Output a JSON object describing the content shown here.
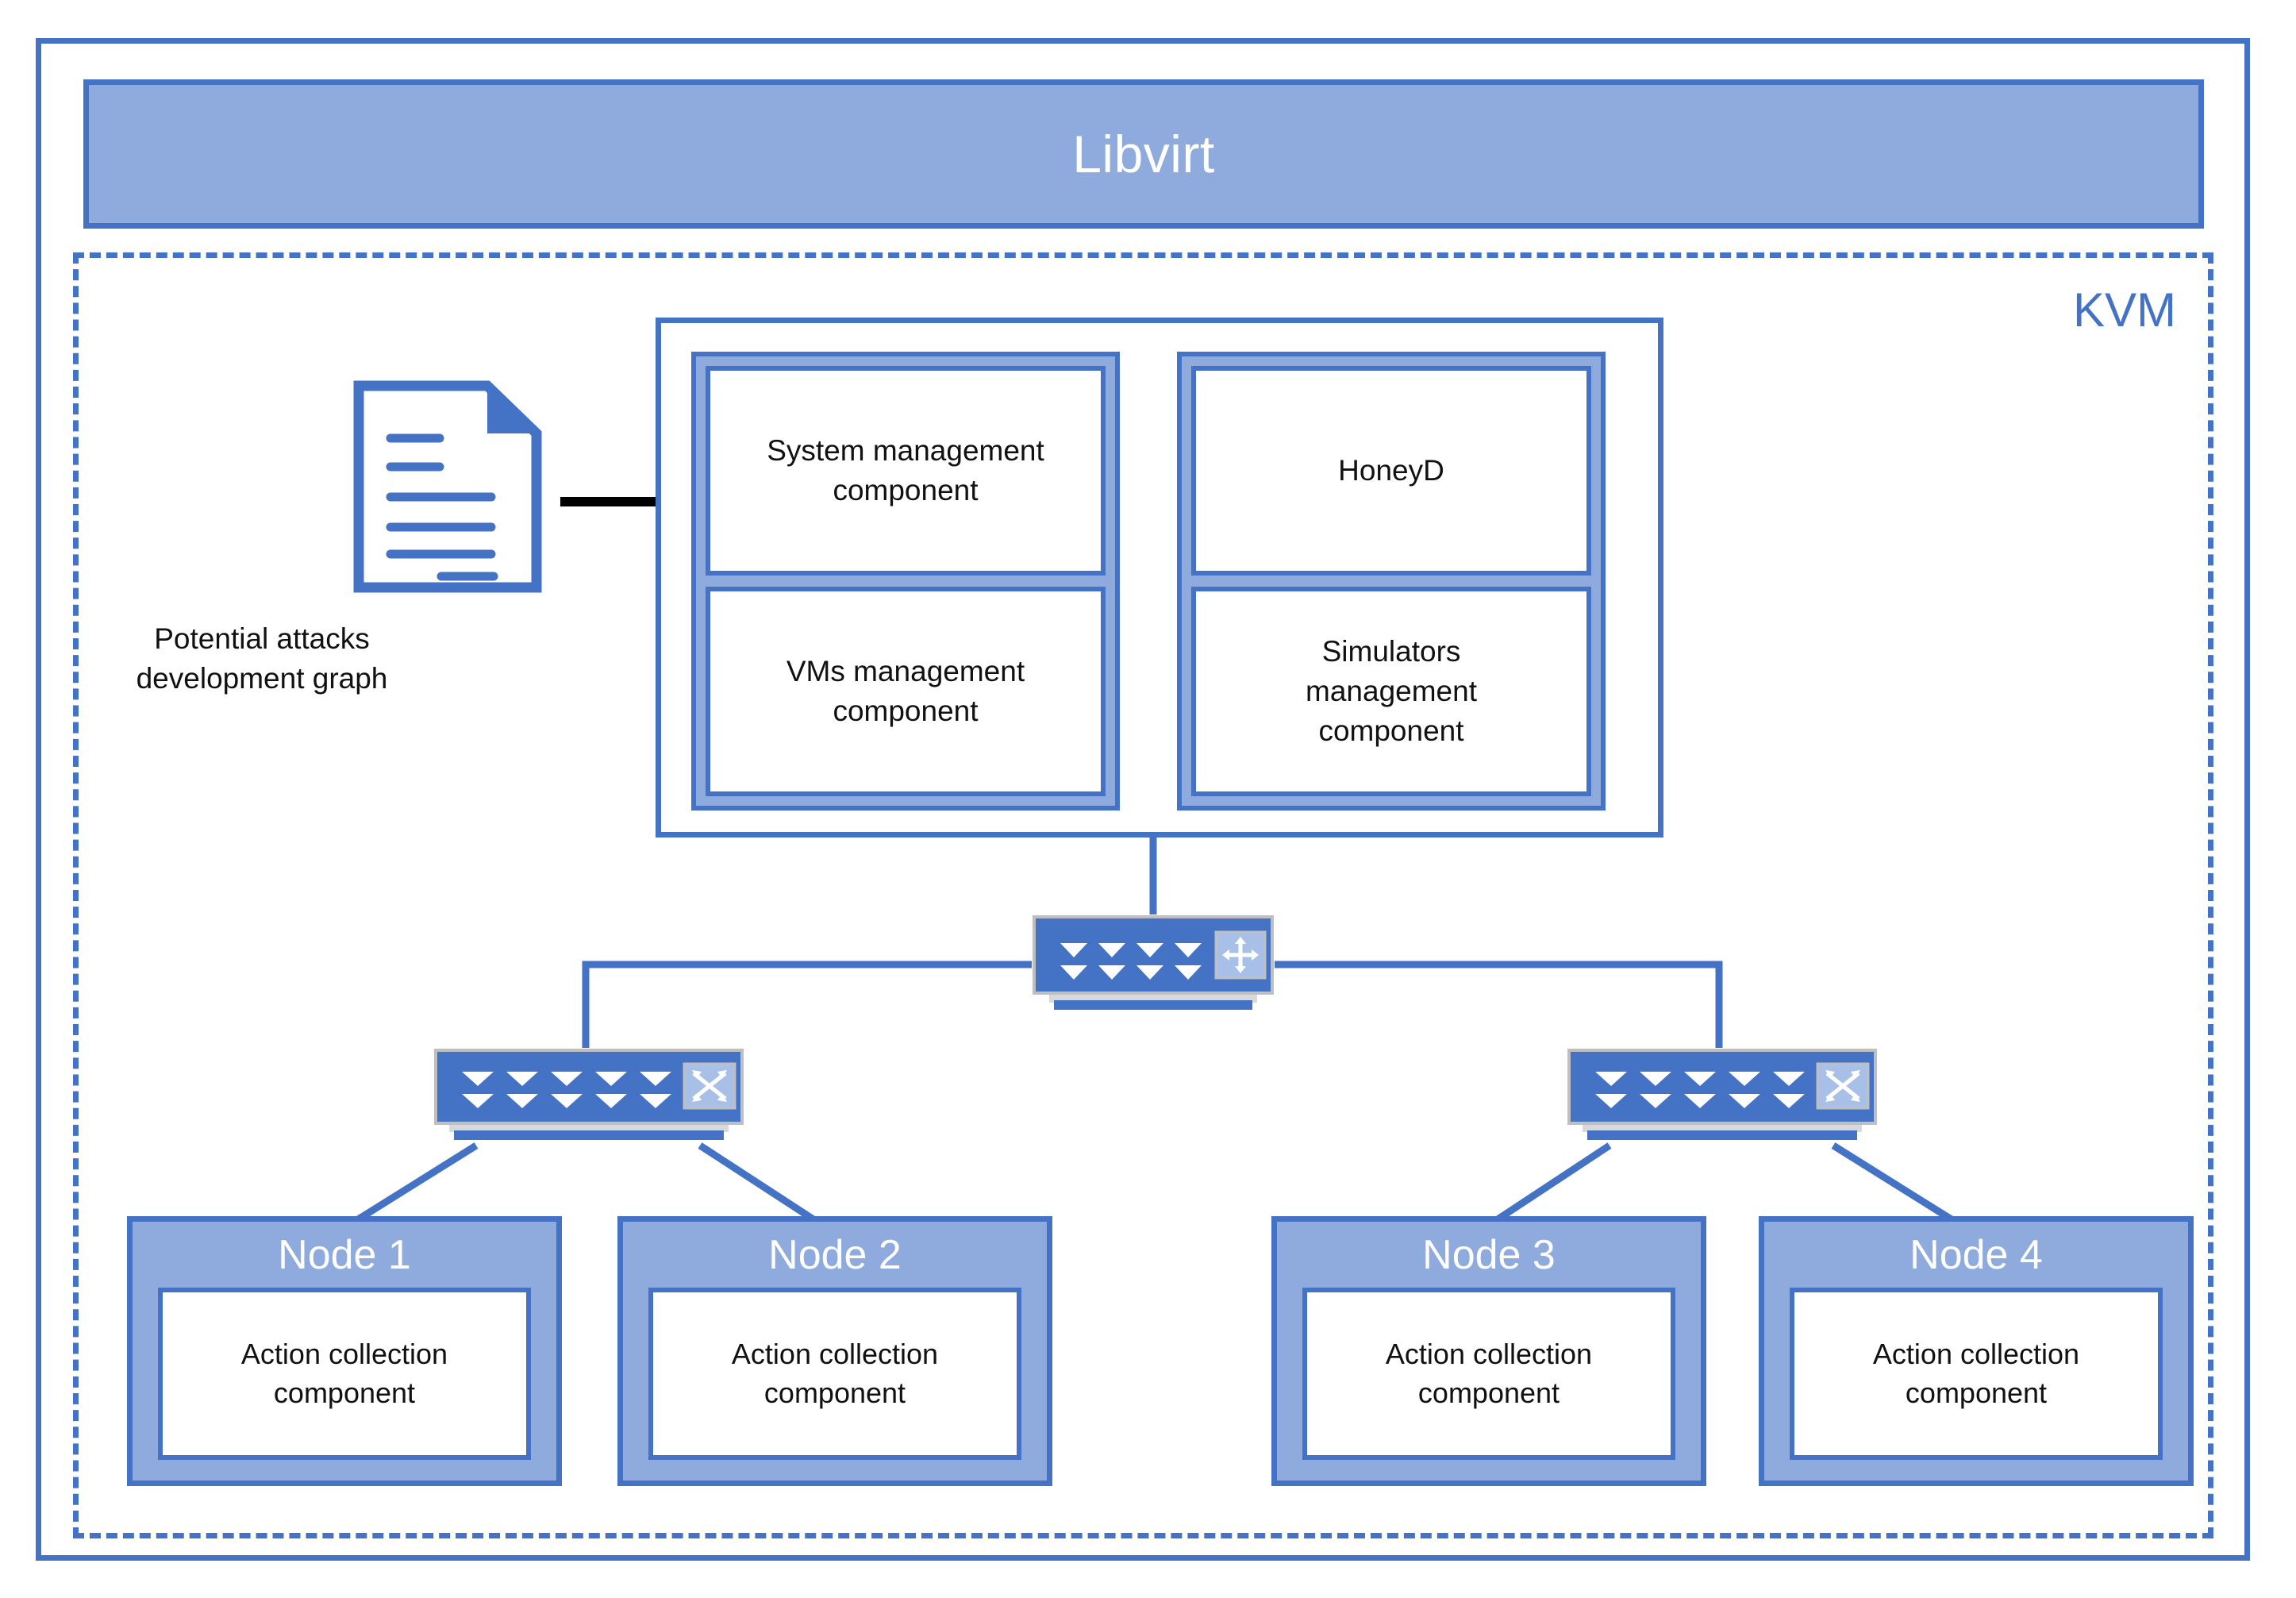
{
  "diagram": {
    "title": "Libvirt / KVM honeypot testbed architecture",
    "colors": {
      "accent_border": "#4472C4",
      "fill_light": "#8FAADC",
      "white": "#FFFFFF",
      "text": "#111111",
      "arrow": "#000000"
    }
  },
  "libvirt": {
    "label": "Libvirt"
  },
  "kvm": {
    "label": "KVM"
  },
  "document": {
    "label_line1": "Potential attacks",
    "label_line2": "development graph",
    "icon": "document-icon"
  },
  "management_panel": {
    "left_group": {
      "boxes": [
        {
          "line1": "System management",
          "line2": "component"
        },
        {
          "line1": "VMs management",
          "line2": "component"
        }
      ]
    },
    "right_group": {
      "boxes": [
        {
          "line1": "HoneyD",
          "line2": ""
        },
        {
          "line1": "Simulators",
          "line2": "management",
          "line3": "component"
        }
      ]
    }
  },
  "network": {
    "router": {
      "name": "router-icon",
      "ports": 8,
      "symbol": "four-way-arrows"
    },
    "switch_left": {
      "name": "switch-icon-left",
      "ports": 10,
      "symbol": "crossed-arrows"
    },
    "switch_right": {
      "name": "switch-icon-right",
      "ports": 10,
      "symbol": "crossed-arrows"
    }
  },
  "nodes": [
    {
      "title": "Node 1",
      "component_line1": "Action collection",
      "component_line2": "component"
    },
    {
      "title": "Node 2",
      "component_line1": "Action collection",
      "component_line2": "component"
    },
    {
      "title": "Node 3",
      "component_line1": "Action collection",
      "component_line2": "component"
    },
    {
      "title": "Node 4",
      "component_line1": "Action collection",
      "component_line2": "component"
    }
  ]
}
